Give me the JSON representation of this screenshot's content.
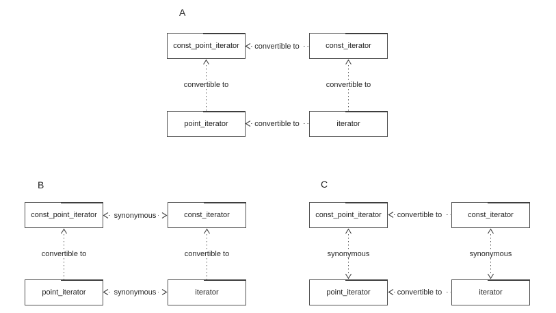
{
  "colors": {
    "background": "#ffffff",
    "line": "#555555",
    "text": "#1f1f1f"
  },
  "diagrams": [
    {
      "label": "A",
      "boxes": {
        "top_left": "const_point_iterator",
        "top_right": "const_iterator",
        "bottom_left": "point_iterator",
        "bottom_right": "iterator"
      },
      "relations": {
        "horizontal_top": {
          "label": "convertible to",
          "arrows": "left"
        },
        "horizontal_bottom": {
          "label": "convertible to",
          "arrows": "left"
        },
        "vertical_left": {
          "label": "convertible to",
          "arrows": "up"
        },
        "vertical_right": {
          "label": "convertible to",
          "arrows": "up"
        }
      }
    },
    {
      "label": "B",
      "boxes": {
        "top_left": "const_point_iterator",
        "top_right": "const_iterator",
        "bottom_left": "point_iterator",
        "bottom_right": "iterator"
      },
      "relations": {
        "horizontal_top": {
          "label": "synonymous",
          "arrows": "both"
        },
        "horizontal_bottom": {
          "label": "synonymous",
          "arrows": "both"
        },
        "vertical_left": {
          "label": "convertible to",
          "arrows": "up"
        },
        "vertical_right": {
          "label": "convertible to",
          "arrows": "up"
        }
      }
    },
    {
      "label": "C",
      "boxes": {
        "top_left": "const_point_iterator",
        "top_right": "const_iterator",
        "bottom_left": "point_iterator",
        "bottom_right": "iterator"
      },
      "relations": {
        "horizontal_top": {
          "label": "convertible to",
          "arrows": "left"
        },
        "horizontal_bottom": {
          "label": "convertible to",
          "arrows": "left"
        },
        "vertical_left": {
          "label": "synonymous",
          "arrows": "both"
        },
        "vertical_right": {
          "label": "synonymous",
          "arrows": "both"
        }
      }
    }
  ]
}
